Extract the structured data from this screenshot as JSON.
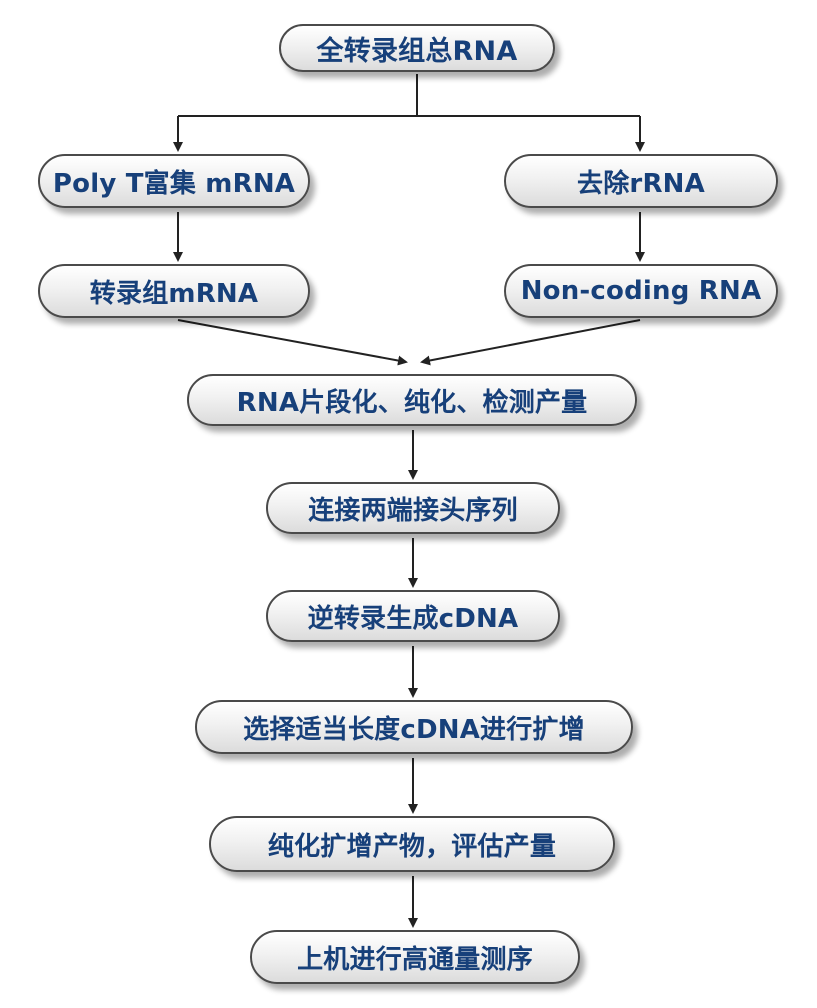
{
  "flowchart": {
    "nodes": {
      "total_rna": "全转录组总RNA",
      "poly_t": "Poly T富集 mRNA",
      "remove_rrna": "去除rRNA",
      "transcriptome_mrna": "转录组mRNA",
      "noncoding_rna": "Non-coding RNA",
      "fragment": "RNA片段化、纯化、检测产量",
      "ligate": "连接两端接头序列",
      "reverse_transcribe": "逆转录生成cDNA",
      "select_amplify": "选择适当长度cDNA进行扩增",
      "purify": "纯化扩增产物，评估产量",
      "sequence": "上机进行高通量测序"
    },
    "colors": {
      "text": "#17407a",
      "border": "#4a4a4a",
      "arrow": "#222222"
    }
  }
}
